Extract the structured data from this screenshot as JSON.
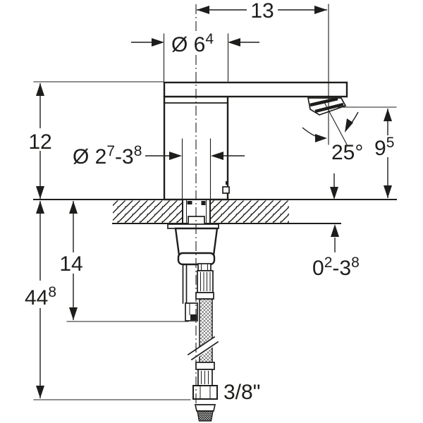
{
  "colors": {
    "line": "#1d1d1b",
    "background": "#ffffff"
  },
  "labels": {
    "spout_projection": {
      "text": "13"
    },
    "body_diameter": {
      "main": "Ø 6",
      "sup": "4"
    },
    "spout_height": {
      "text": "12"
    },
    "hole_diameter": {
      "main": "Ø 2",
      "sup": "7",
      "mid": "-3",
      "sup2": "8"
    },
    "outlet_angle": {
      "text": "25°"
    },
    "outlet_height": {
      "main": "9",
      "sup": "5"
    },
    "deck_thickness": {
      "main": "0",
      "sup": "2",
      "mid": "-3",
      "sup2": "8"
    },
    "mounting_depth": {
      "text": "14"
    },
    "hose_length": {
      "main": "44",
      "sup": "8"
    },
    "connection_thread": {
      "text": "3/8\""
    }
  }
}
